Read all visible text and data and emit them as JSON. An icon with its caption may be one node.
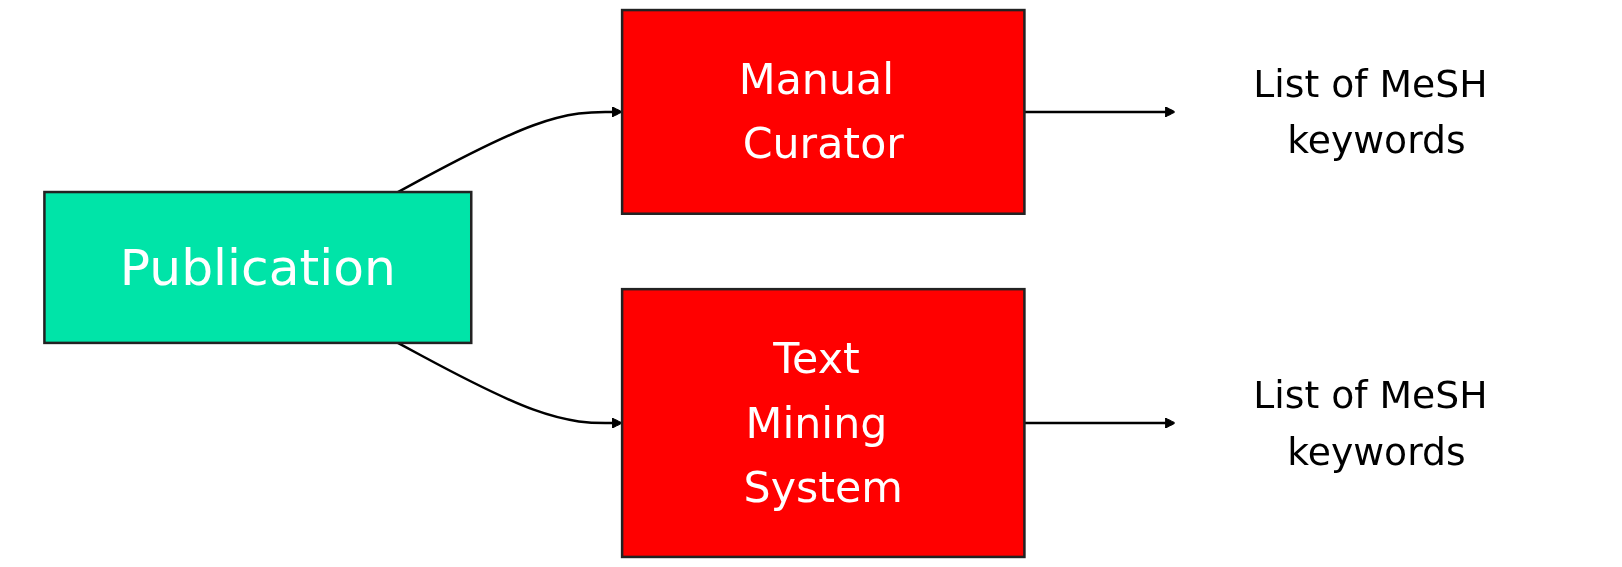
{
  "diagram": {
    "nodes": [
      {
        "text": [
          "Publication"
        ]
      },
      {
        "text": [
          "Manual Curator"
        ]
      },
      {
        "text": [
          "Text Mining System"
        ]
      },
      {
        "text": [
          "List of MeSH keywords"
        ]
      },
      {
        "text": [
          "List of MeSH keywords"
        ]
      }
    ],
    "edges": [
      {
        "from": 0,
        "to": 1,
        "arrow": "to"
      },
      {
        "from": 0,
        "to": 2,
        "arrow": "to"
      },
      {
        "from": 1,
        "to": 3,
        "arrow": "to"
      },
      {
        "from": 2,
        "to": 4,
        "arrow": "to"
      }
    ]
  }
}
